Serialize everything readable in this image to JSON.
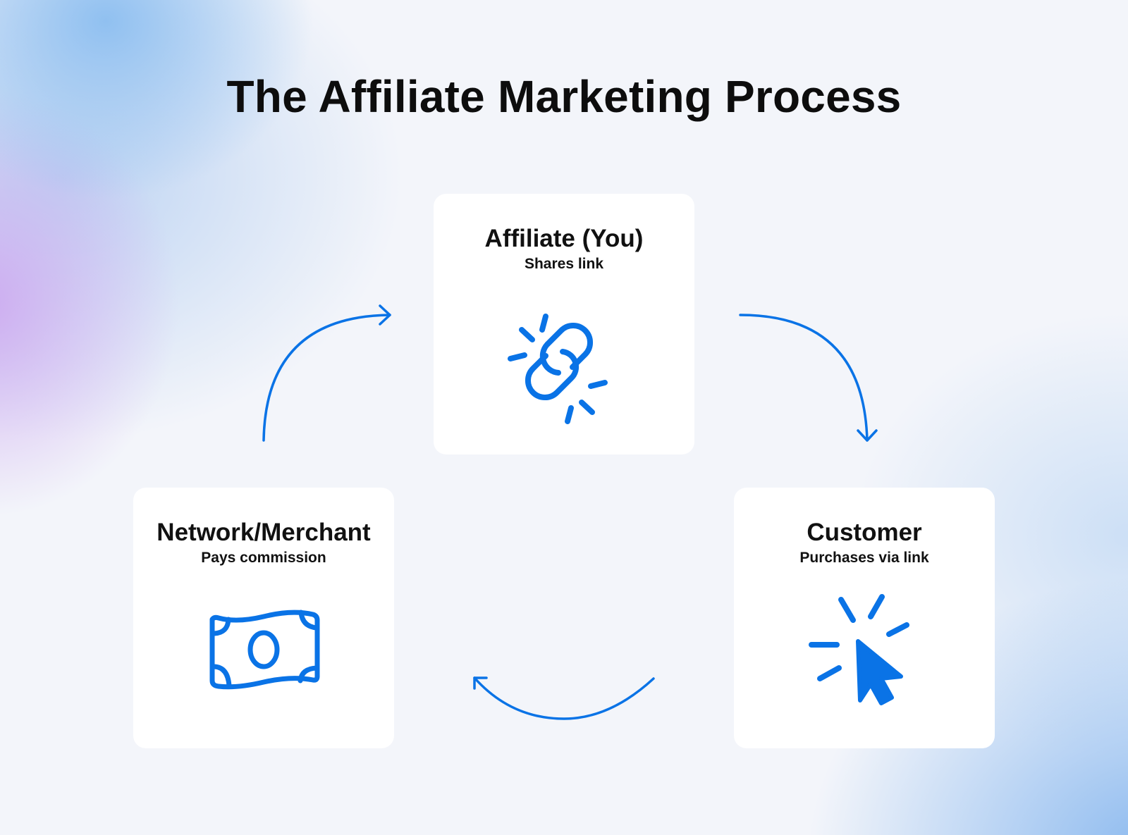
{
  "title": "The Affiliate Marketing Process",
  "accent_color": "#0a73e6",
  "nodes": [
    {
      "id": "affiliate",
      "title": "Affiliate (You)",
      "subtitle": "Shares link",
      "icon": "broken-chain-link-icon"
    },
    {
      "id": "customer",
      "title": "Customer",
      "subtitle": "Purchases via link",
      "icon": "clicking-cursor-icon"
    },
    {
      "id": "network",
      "title": "Network/Merchant",
      "subtitle": "Pays commission",
      "icon": "money-bill-icon"
    }
  ],
  "edges": [
    {
      "from": "affiliate",
      "to": "customer"
    },
    {
      "from": "customer",
      "to": "network"
    },
    {
      "from": "network",
      "to": "affiliate"
    }
  ]
}
